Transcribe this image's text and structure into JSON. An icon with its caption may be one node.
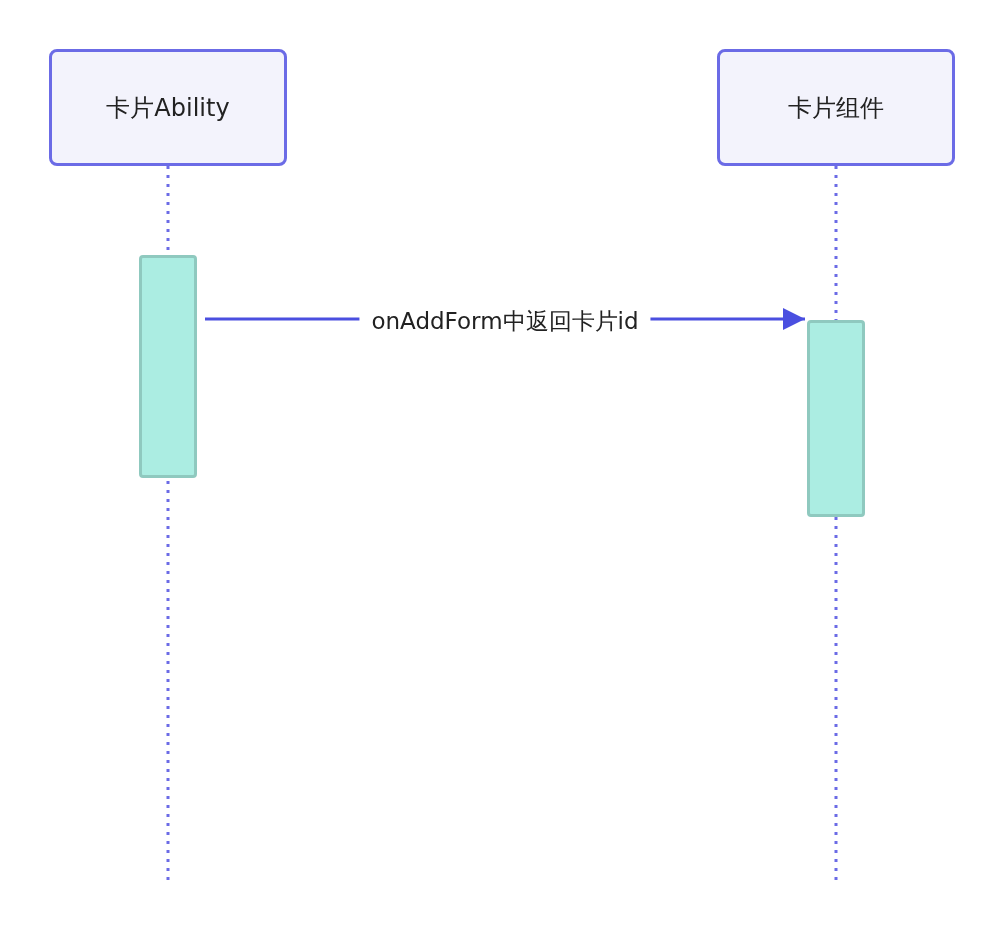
{
  "diagram": {
    "nodes": [
      {
        "text": [
          "卡片Ability"
        ]
      },
      {
        "text": [
          "卡片组件"
        ]
      },
      {
        "text": [],
        "shape": "bar"
      },
      {
        "text": [],
        "shape": "bar"
      }
    ],
    "edges": [
      {
        "from": 2,
        "to": 3,
        "arrow": "to",
        "label": "onAddForm中返回卡片id"
      }
    ]
  }
}
